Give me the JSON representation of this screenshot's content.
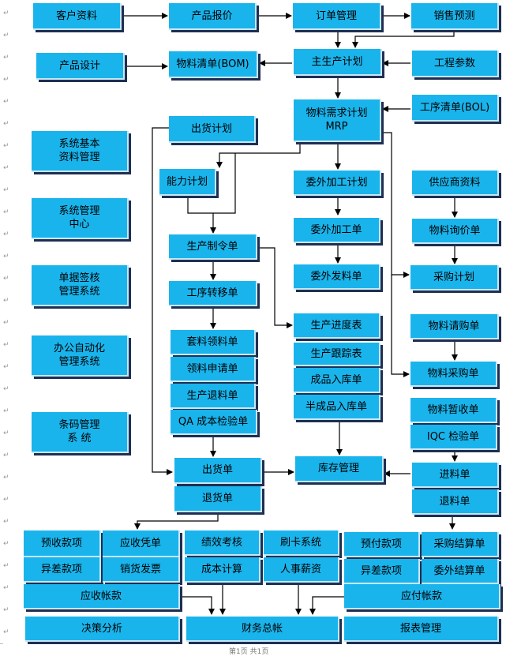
{
  "title": "",
  "nodes": {
    "kehu": "客户资料",
    "chanpin_baojia": "产品报价",
    "dingdan": "订单管理",
    "xiaoshou_yuce": "销售预测",
    "chanpin_sheji": "产品设计",
    "wuliao_bom": "物料清单(BOM)",
    "zhu_shengchan": "主生产计划",
    "gongcheng_canshu": "工程参数",
    "chuhuo_jihua": "出货计划",
    "mrp": "物料需求计划\nMRP",
    "gongxu_bol": "工序清单(BOL)",
    "xitong_jiben": "系统基本\n资料管理",
    "nengli_jihua": "能力计划",
    "weiwai_jiagong_jihua": "委外加工计划",
    "gongyingshang": "供应商资料",
    "xitong_guanli": "系统管理\n中心",
    "weiwai_jiagong_dan": "委外加工单",
    "wuliao_xunjia": "物料询价单",
    "shengchan_zhiling": "生产制令单",
    "caigou_jihua": "采购计划",
    "danju_qianhe": "单据签核\n管理系统",
    "weiwai_faliao": "委外发料单",
    "gongxu_zhuanyi": "工序转移单",
    "shengchan_jindu": "生产进度表",
    "wuliao_qinggou": "物料请购单",
    "taoliao": "套料领料单",
    "shengchan_genzong": "生产跟踪表",
    "bangong": "办公自动化\n管理系统",
    "lingliao_shenqing": "领料申请单",
    "chengpin_ruku": "成品入库单",
    "wuliao_caigou": "物料采购单",
    "shengchan_tuiliao": "生产退料单",
    "banchengpin_ruku": "半成品入库单",
    "wuliao_zanshou": "物料暂收单",
    "tiaoma": "条码管理\n系 统",
    "qa_jianyan": "QA 成本检验单",
    "iqc_jianyan": "IQC 检验单",
    "chuhuo_dan": "出货单",
    "kucun": "库存管理",
    "jinliao": "进料单",
    "tuihuo": "退货单",
    "tuiliao": "退料单",
    "yushou": "预收款项",
    "yingshou_pingzheng": "应收凭单",
    "jixiao": "绩效考核",
    "shuaka": "刷卡系统",
    "yufu": "预付款项",
    "caigou_jiesuan": "采购结算单",
    "yicha_left": "异差款项",
    "xiaohuo_fapiao": "销货发票",
    "chengben": "成本计算",
    "renshi": "人事薪资",
    "yicha_right": "异差款项",
    "weiwai_jiesuan": "委外结算单",
    "yingshou_zhangkuan": "应收帐款",
    "yingfu_zhangkuan": "应付帐款",
    "juece": "决策分析",
    "caiwu": "财务总帐",
    "baobiao": "报表管理"
  },
  "paragraph_mark": "↵",
  "footer_text": "第1页 共1页",
  "colors": {
    "box_fill": "#1ab4ec",
    "box_shadow": "#1f2f52",
    "line": "#000000"
  }
}
